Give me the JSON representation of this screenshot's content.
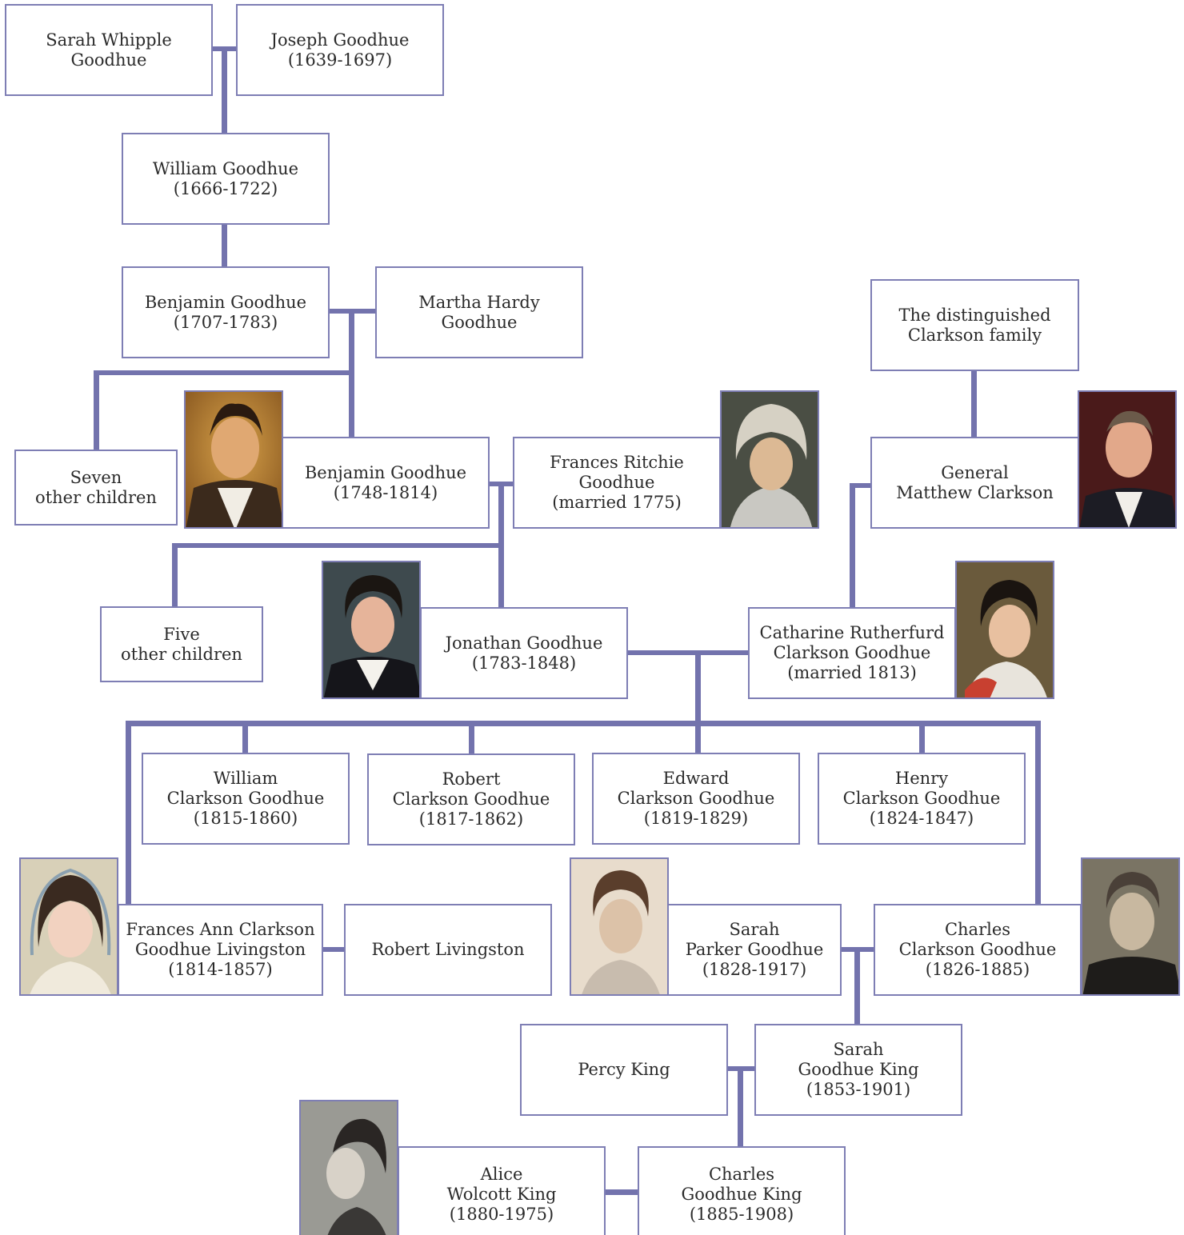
{
  "people": {
    "sarah_whipple": "Sarah Whipple\nGoodhue",
    "joseph": "Joseph Goodhue\n(1639-1697)",
    "william_1666": "William Goodhue\n(1666-1722)",
    "benjamin_1707": "Benjamin Goodhue\n(1707-1783)",
    "martha": "Martha Hardy\nGoodhue",
    "clarkson_family": "The distinguished\nClarkson family",
    "seven_children": "Seven\nother children",
    "benjamin_1748": "Benjamin Goodhue\n(1748-1814)",
    "frances_ritchie": "Frances Ritchie\nGoodhue\n(married 1775)",
    "general_clarkson": "General\nMatthew Clarkson",
    "five_children": "Five\nother children",
    "jonathan": "Jonathan Goodhue\n(1783-1848)",
    "catharine": "Catharine Rutherfurd\nClarkson Goodhue\n(married 1813)",
    "william_clarkson": "William\nClarkson Goodhue\n(1815-1860)",
    "robert_clarkson": "Robert\nClarkson Goodhue\n(1817-1862)",
    "edward_clarkson": "Edward\nClarkson Goodhue\n(1819-1829)",
    "henry_clarkson": "Henry\nClarkson Goodhue\n(1824-1847)",
    "frances_ann": "Frances Ann Clarkson\nGoodhue Livingston\n(1814-1857)",
    "robert_livingston": "Robert Livingston",
    "sarah_parker": "Sarah\nParker Goodhue\n(1828-1917)",
    "charles_clarkson": "Charles\nClarkson Goodhue\n(1826-1885)",
    "percy_king": "Percy King",
    "sarah_goodhue_king": "Sarah\nGoodhue King\n(1853-1901)",
    "alice_wolcott": "Alice\nWolcott King\n(1880-1975)",
    "charles_goodhue_king": "Charles\nGoodhue King\n(1885-1908)"
  },
  "colors": {
    "connector": "#7373ad",
    "box_border": "#7e7eb4"
  }
}
